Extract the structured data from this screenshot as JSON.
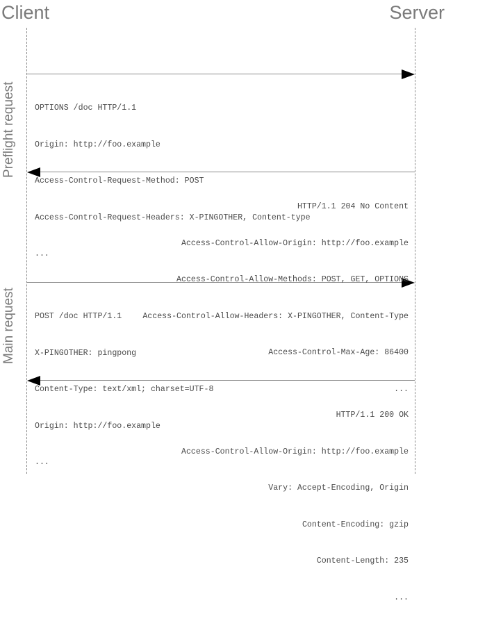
{
  "participants": {
    "client": "Client",
    "server": "Server"
  },
  "phases": {
    "preflight": "Preflight request",
    "main": "Main request"
  },
  "messages": {
    "preflight_request": [
      "OPTIONS /doc HTTP/1.1",
      "Origin: http://foo.example",
      "Access-Control-Request-Method: POST",
      "Access-Control-Request-Headers: X-PINGOTHER, Content-type",
      "..."
    ],
    "preflight_response": [
      "HTTP/1.1 204 No Content",
      "Access-Control-Allow-Origin: http://foo.example",
      "Access-Control-Allow-Methods: POST, GET, OPTIONS",
      "Access-Control-Allow-Headers: X-PINGOTHER, Content-Type",
      "Access-Control-Max-Age: 86400",
      "..."
    ],
    "main_request": [
      "POST /doc HTTP/1.1",
      "X-PINGOTHER: pingpong",
      "Content-Type: text/xml; charset=UTF-8",
      "Origin: http://foo.example",
      "..."
    ],
    "main_response": [
      "HTTP/1.1 200 OK",
      "Access-Control-Allow-Origin: http://foo.example",
      "Vary: Accept-Encoding, Origin",
      "Content-Encoding: gzip",
      "Content-Length: 235",
      "..."
    ]
  },
  "colors": {
    "label_gray": "#7a7a7a",
    "text_gray": "#4a4a4a",
    "line_gray": "#8a8a8a",
    "arrowhead": "#000000"
  }
}
